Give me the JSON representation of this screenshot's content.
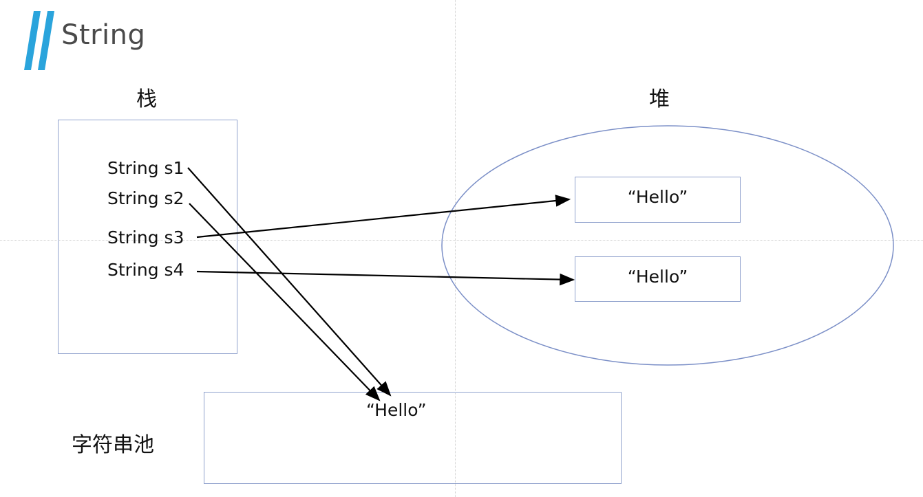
{
  "title": "String",
  "stack": {
    "heading": "栈",
    "variables": [
      "String s1",
      "String s2",
      "String s3",
      "String s4"
    ]
  },
  "heap": {
    "heading": "堆",
    "objects": [
      "“Hello”",
      "“Hello”"
    ]
  },
  "string_pool": {
    "label": "字符串池",
    "object": "“Hello”"
  },
  "references": [
    {
      "from": "String s1",
      "to": "string_pool.object"
    },
    {
      "from": "String s2",
      "to": "string_pool.object"
    },
    {
      "from": "String s3",
      "to": "heap.objects.0"
    },
    {
      "from": "String s4",
      "to": "heap.objects.1"
    }
  ],
  "colors": {
    "accent_mark": "#2aa4dc",
    "title_text": "#4a4a4a",
    "box_border": "#8ea0cc",
    "ellipse_border": "#7b8fc7",
    "arrow": "#000000",
    "guide": "#cfcfcf"
  },
  "icons": {
    "title_mark": "double-slash-icon"
  }
}
